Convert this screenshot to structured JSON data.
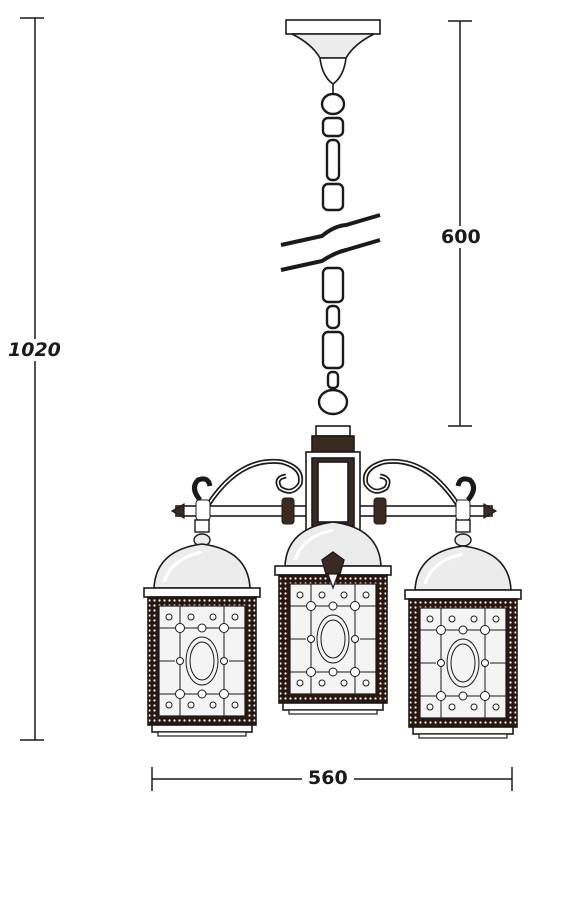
{
  "dimensions": {
    "overall_height": "1020",
    "chain_drop": "600",
    "overall_width": "560"
  },
  "colors": {
    "line": "#1a1a1a",
    "metal": "#3a2a20",
    "frame": "#2a1810",
    "glass": "#f4f4f4",
    "shade": "#ececec",
    "highlight": "#ffffff"
  }
}
